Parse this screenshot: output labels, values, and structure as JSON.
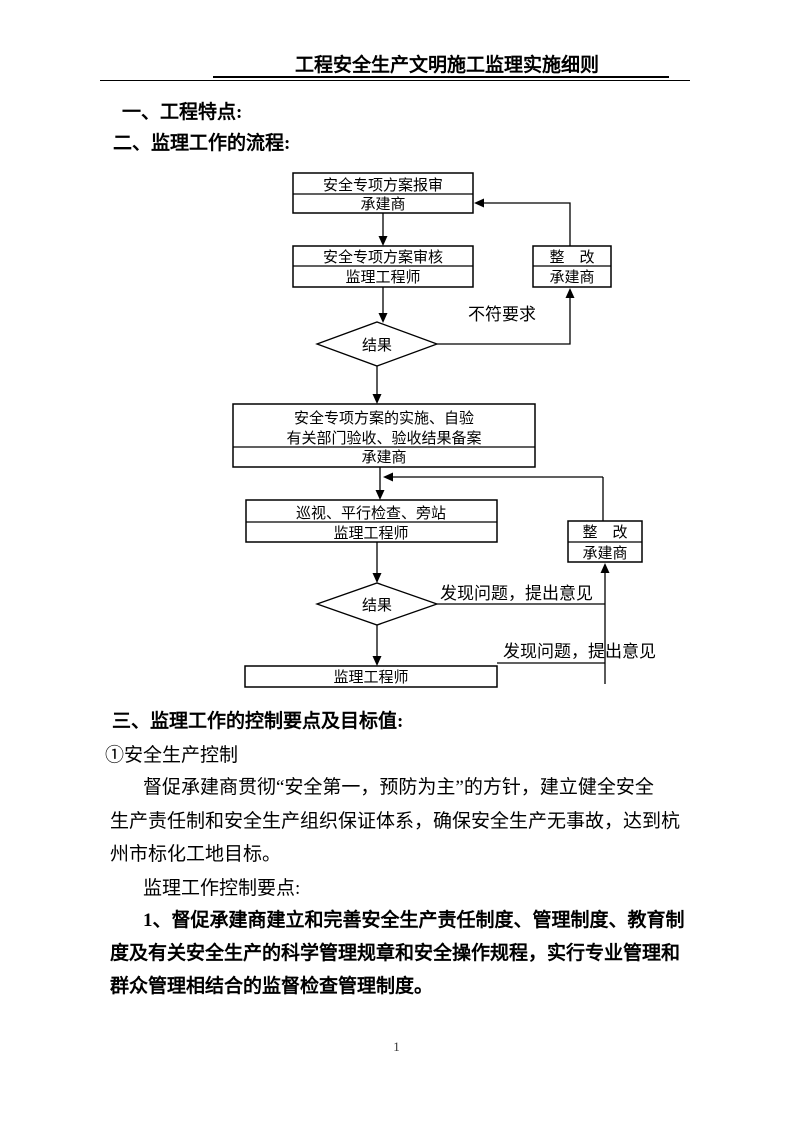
{
  "header": {
    "title": "工程安全生产文明施工监理实施细则"
  },
  "headings": {
    "h1": "一、工程特点:",
    "h2": "二、监理工作的流程:",
    "h3": "三、监理工作的控制要点及目标值:"
  },
  "flowchart": {
    "box1": {
      "line1": "安全专项方案报审",
      "line2": "承建商"
    },
    "box2": {
      "line1": "安全专项方案审核",
      "line2": "监理工程师"
    },
    "rework1": {
      "line1": "整　改",
      "line2": "承建商"
    },
    "decision1": "结果",
    "label_fail": "不符要求",
    "bigbox": {
      "line1": "安全专项方案的实施、自验",
      "line2": "有关部门验收、验收结果备案",
      "line3": "承建商"
    },
    "box3": {
      "line1": "巡视、平行检查、旁站",
      "line2": "监理工程师"
    },
    "rework2": {
      "line1": "整　改",
      "line2": "承建商"
    },
    "decision2": "结果",
    "label_issue1": "发现问题，提出意见",
    "label_issue2": "发现问题，提出意见",
    "box4": {
      "line1": "监理工程师"
    }
  },
  "body": {
    "sub1": "①安全生产控制",
    "para1": {
      "lines": [
        "督促承建商贯彻“安全第一，预防为主”的方针，建立健全安全",
        "生产责任制和安全生产组织保证体系，确保安全生产无事故，达到杭",
        "州市标化工地目标。"
      ]
    },
    "para2": "监理工作控制要点:",
    "para3": {
      "lines": [
        "1、督促承建商建立和完善安全生产责任制度、管理制度、教育制",
        "度及有关安全生产的科学管理规章和安全操作规程，实行专业管理和",
        "群众管理相结合的监督检查管理制度。"
      ]
    }
  },
  "footer": {
    "page_number": "1"
  }
}
